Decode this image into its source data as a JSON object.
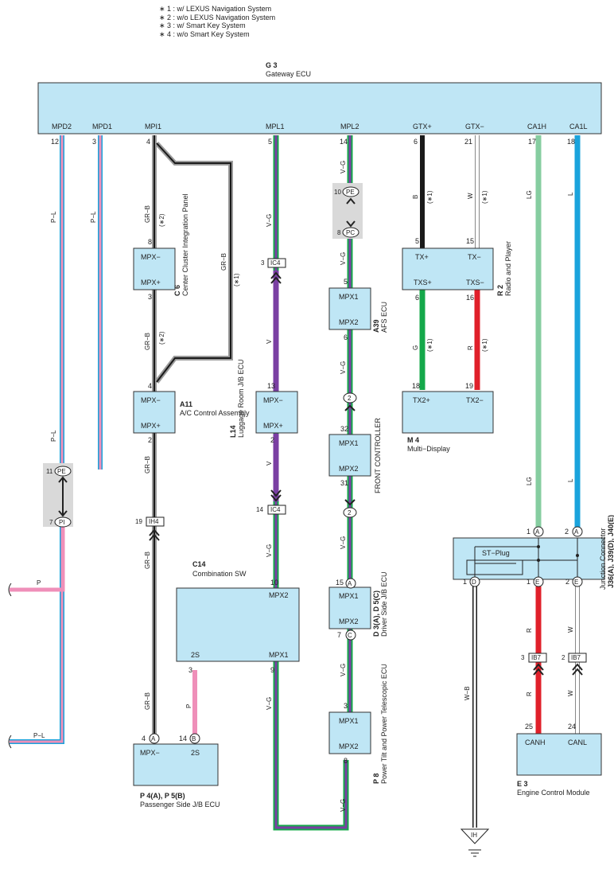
{
  "legend": [
    "∗ 1 : w/ LEXUS Navigation System",
    "∗ 2 : w/o LEXUS Navigation System",
    "∗ 3 : w/ Smart Key System",
    "∗ 4 : w/o Smart Key System"
  ],
  "colors": {
    "ecu_fill": "#bfe6f5",
    "connector_fill": "#d9d9d9",
    "pink": "#ef8fb9",
    "purple": "#7a3fa3",
    "black": "#1a1a1a",
    "white_wire": "#ffffff",
    "green": "#14a84a",
    "red": "#e0202a",
    "light_green": "#86cda0",
    "blue": "#1aa3dc",
    "gray": "#9a9a9a"
  },
  "gateway": {
    "id": "G 3",
    "name": "Gateway ECU",
    "pins": [
      {
        "label": "MPD2",
        "num": "12"
      },
      {
        "label": "MPD1",
        "num": "3"
      },
      {
        "label": "MPI1",
        "num": "4"
      },
      {
        "label": "MPL1",
        "num": "5"
      },
      {
        "label": "MPL2",
        "num": "14"
      },
      {
        "label": "GTX+",
        "num": "6"
      },
      {
        "label": "GTX−",
        "num": "21"
      },
      {
        "label": "CA1H",
        "num": "17"
      },
      {
        "label": "CA1L",
        "num": "18"
      }
    ]
  },
  "components": {
    "c6": {
      "id": "C 6",
      "name": "Center Cluster Integration Panel",
      "pin_top": "MPX−",
      "pin_bot": "MPX+",
      "num_top": "8",
      "num_bot": "3"
    },
    "a11": {
      "id": "A11",
      "name": "A/C Control Assembly",
      "pin_top": "MPX−",
      "pin_bot": "MPX+",
      "num_top": "4",
      "num_bot": "2"
    },
    "l14": {
      "id": "L14",
      "name": "Luggage Room J/B ECU",
      "pin_top": "MPX−",
      "pin_bot": "MPX+",
      "num_top": "13",
      "num_bot": "2"
    },
    "a39": {
      "id": "A39",
      "name": "AFS ECU",
      "pin_top": "MPX1",
      "pin_bot": "MPX2",
      "num_top": "5",
      "num_bot": "6"
    },
    "front": {
      "name": "FRONT CONTROLLER",
      "pin_top": "MPX1",
      "pin_bot": "MPX2",
      "num_top": "32",
      "num_bot": "31"
    },
    "d3": {
      "id": "D 3(A), D 5(C)",
      "name": "Driver Side J/B ECU",
      "pin_top": "MPX1",
      "pin_bot": "MPX2",
      "pin_a": "A",
      "pin_c": "C",
      "num_top": "15",
      "num_bot": "7"
    },
    "p8": {
      "id": "P 8",
      "name": "Power Tilt and Power Telescopic ECU",
      "pin_top": "MPX1",
      "pin_bot": "MPX2",
      "num_top": "3",
      "num_bot": "8"
    },
    "r2": {
      "id": "R 2",
      "name": "Radio and Player",
      "p1": "TX+",
      "p2": "TX−",
      "p3": "TXS+",
      "p4": "TXS−",
      "n1": "5",
      "n2": "15",
      "n3": "6",
      "n4": "16"
    },
    "m4": {
      "id": "M 4",
      "name": "Multi−Display",
      "p1": "TX2+",
      "p2": "TX2−",
      "n1": "18",
      "n2": "19"
    },
    "c14": {
      "id": "C14",
      "name": "Combination SW",
      "p_mpx2": "MPX2",
      "p_mpx1": "MPX1",
      "p_2s": "2S",
      "n_mpx2": "10",
      "n_mpx1": "9",
      "n_2s": "3"
    },
    "p4": {
      "id": "P 4(A), P 5(B)",
      "name": "Passenger Side J/B ECU",
      "p1": "MPX−",
      "p2": "2S",
      "n1": "4",
      "n2": "14",
      "c1": "A",
      "c2": "B"
    },
    "e3": {
      "id": "E 3",
      "name": "Engine Control Module",
      "p1": "CANH",
      "p2": "CANL",
      "n1": "25",
      "n2": "24"
    },
    "jc": {
      "id": "J36(A), J39(D), J40(E)",
      "name": "Junction Connector",
      "plug": "ST−Plug",
      "t1": "A",
      "t2": "A",
      "n1": "1",
      "n2": "2",
      "b1": "D",
      "b2": "E",
      "b3": "E",
      "bn1": "1",
      "bn2": "1",
      "bn3": "2"
    }
  },
  "connectors": {
    "ic4_top": {
      "label": "IC4",
      "num": "3"
    },
    "ic4_bot": {
      "label": "IC4",
      "num": "14"
    },
    "ih4": {
      "label": "IH4",
      "num": "19"
    },
    "ib7_1": {
      "label": "IB7",
      "num": "3"
    },
    "ib7_2": {
      "label": "IB7",
      "num": "2"
    },
    "pe_mpd": {
      "label": "PE",
      "num": "11"
    },
    "pi_mpd": {
      "label": "PI",
      "num": "7"
    },
    "pe_mpl": {
      "label": "PE",
      "num": "10"
    },
    "pc_mpl": {
      "label": "PC",
      "num": "8"
    },
    "splice1": {
      "label": "2"
    },
    "splice2": {
      "label": "2"
    },
    "ground": {
      "label": "IH"
    }
  },
  "wire_labels": {
    "pl": "P−L",
    "p": "P",
    "grb": "GR−B",
    "vg": "V−G",
    "v": "V",
    "b": "B",
    "w": "W",
    "g": "G",
    "r": "R",
    "lg": "LG",
    "l": "L",
    "wb": "W−B",
    "s1": "(∗1)",
    "s2": "(∗2)"
  }
}
